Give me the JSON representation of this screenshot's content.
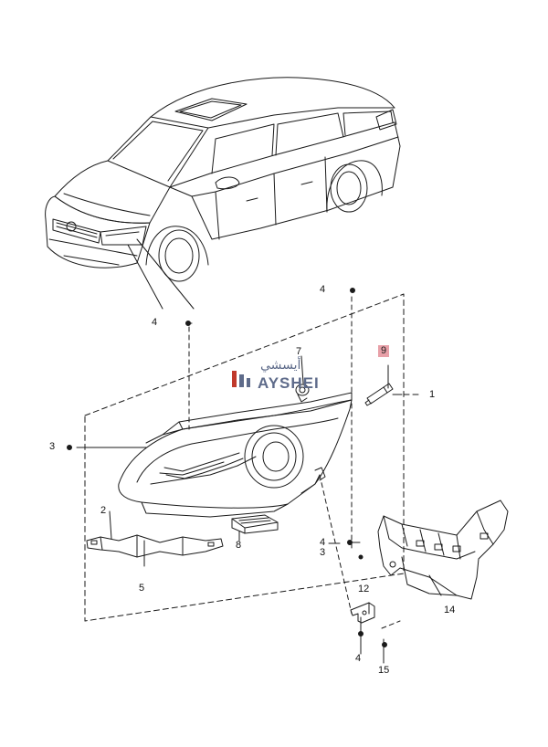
{
  "brand": {
    "arabic": "أيسشي",
    "latin": "AYSHEI"
  },
  "callouts": {
    "c1": "1",
    "c2": "2",
    "c3_left": "3",
    "c3_right": "3",
    "c4_top": "4",
    "c4_left": "4",
    "c4_mid": "4",
    "c4_bottom": "4",
    "c5": "5",
    "c7": "7",
    "c8": "8",
    "c9": "9",
    "c12": "12",
    "c14": "14",
    "c15": "15"
  },
  "colors": {
    "line": "#1a1a1a",
    "highlight": "#e8a0a8",
    "brand": "#5e6b8a",
    "brand_red": "#c0392b"
  }
}
